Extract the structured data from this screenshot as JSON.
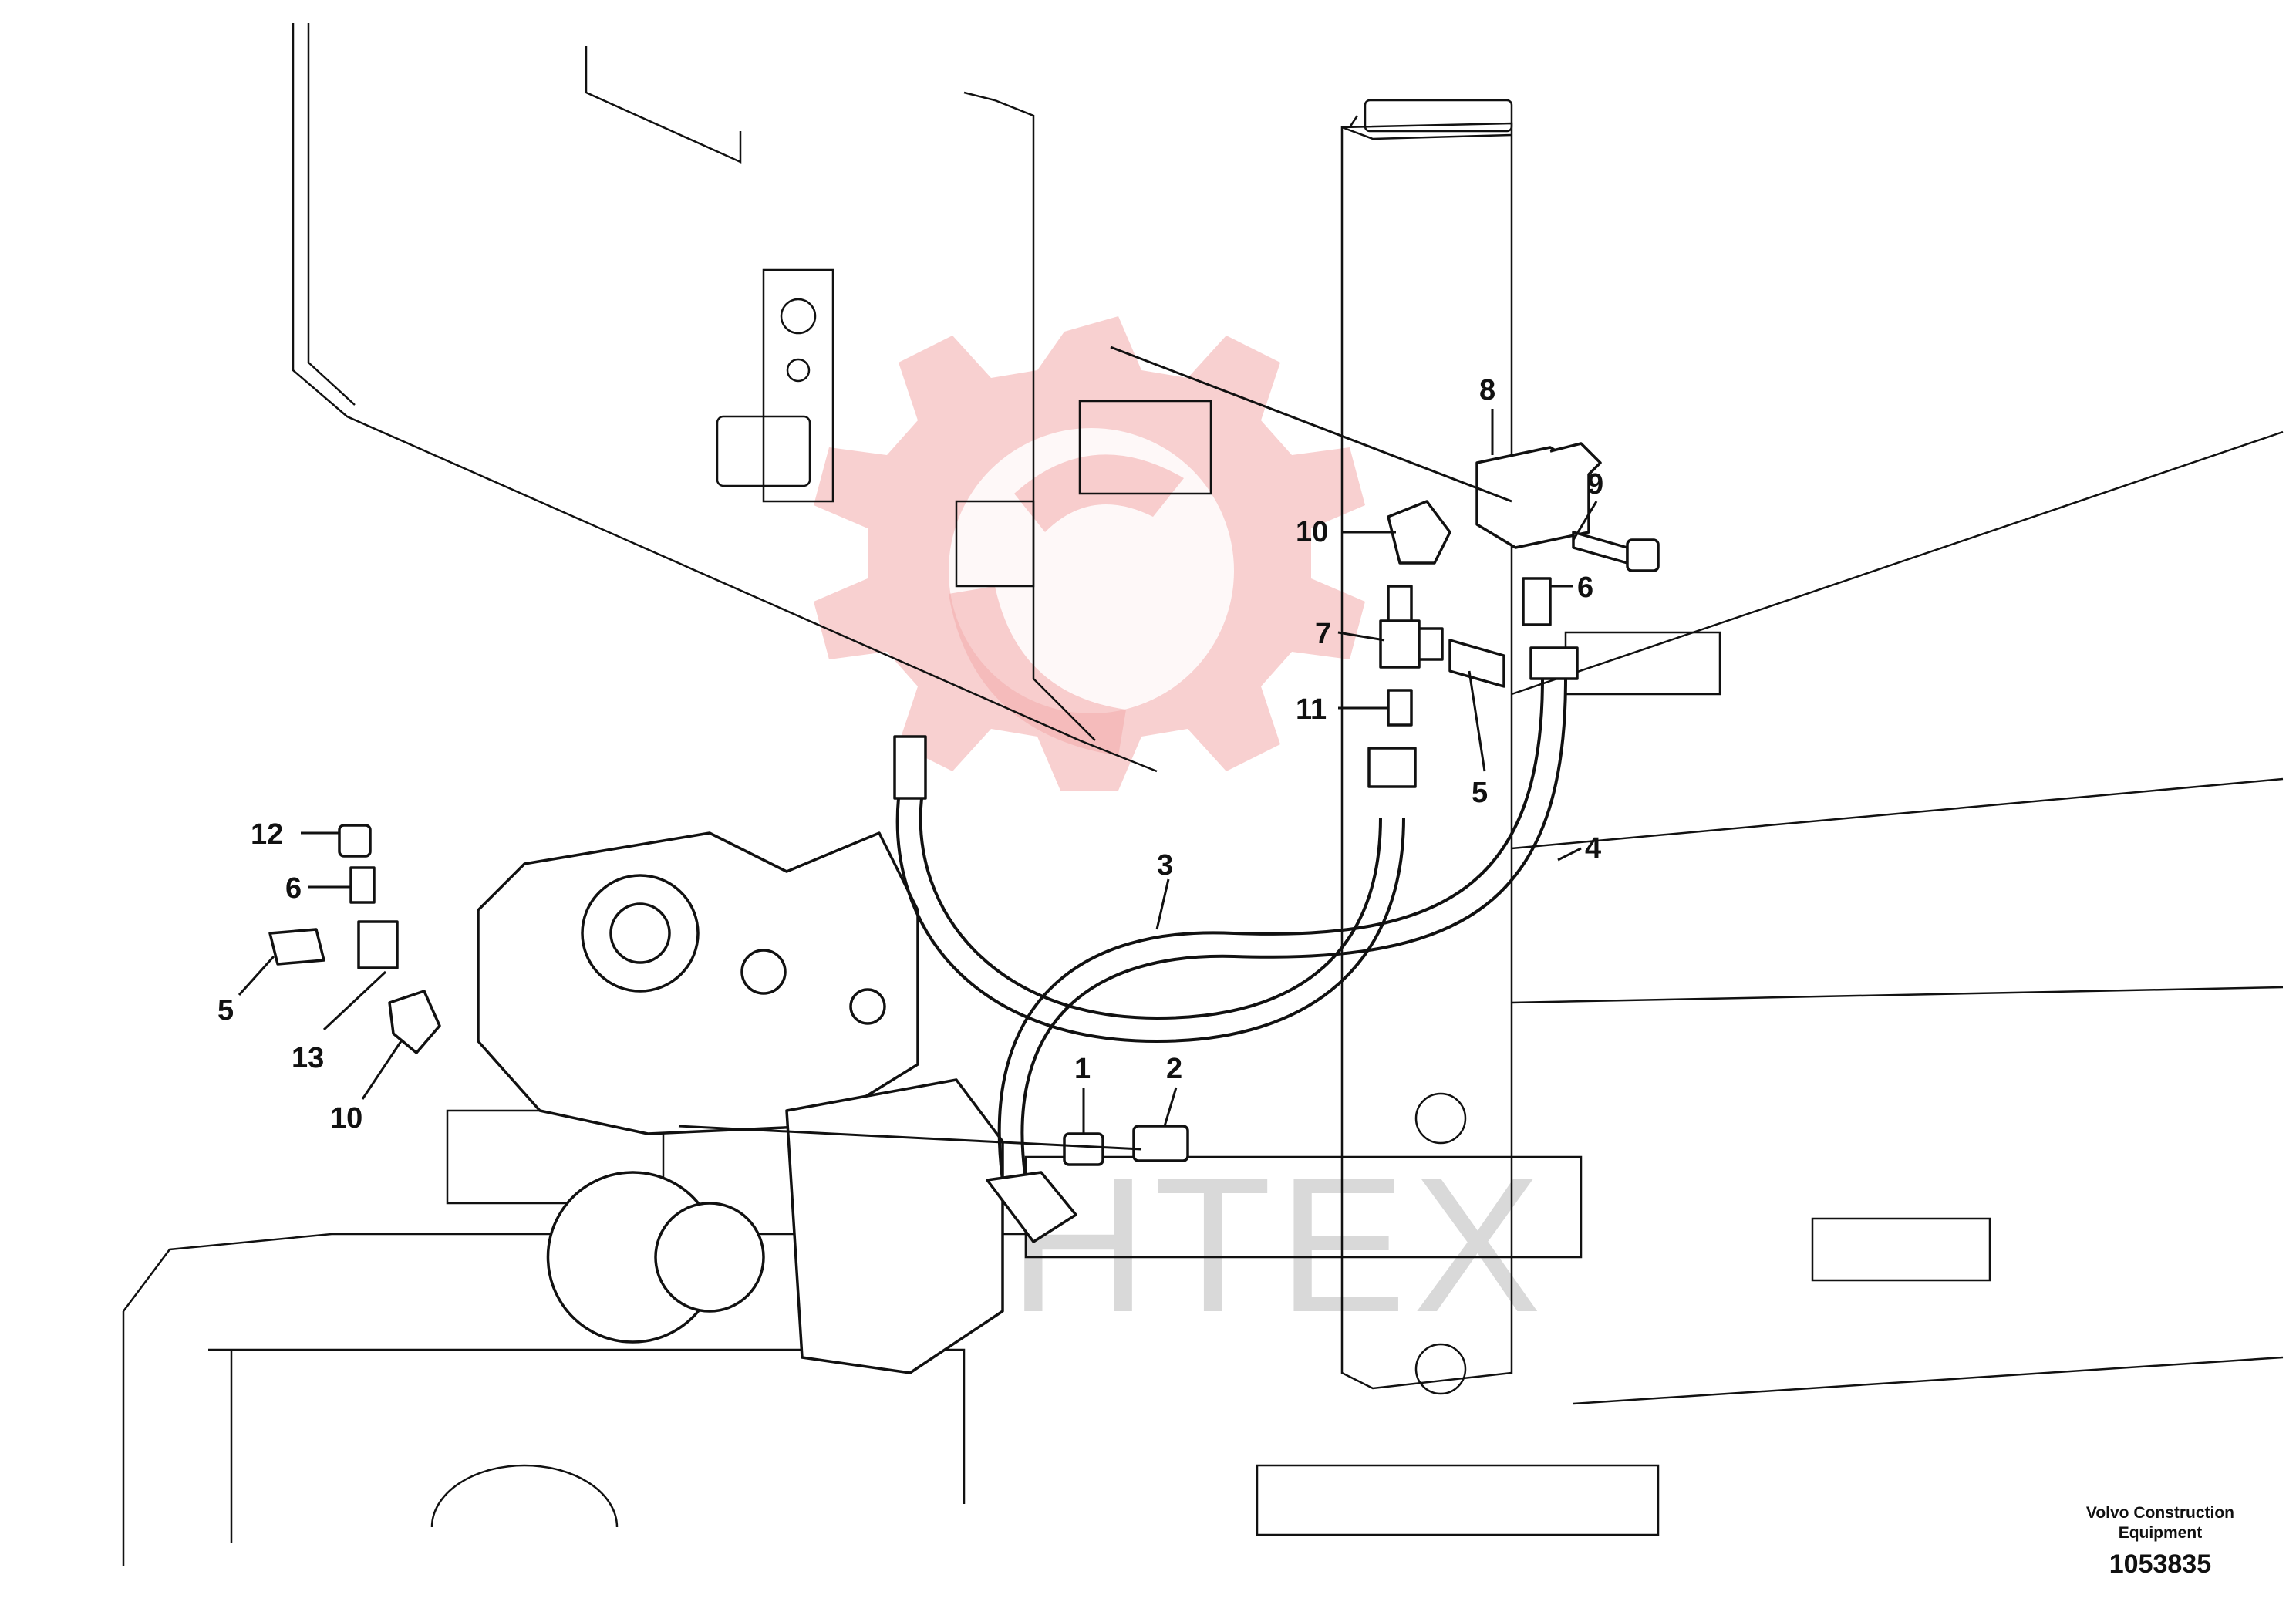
{
  "callouts": [
    {
      "id": "c8",
      "label": "8"
    },
    {
      "id": "c9",
      "label": "9"
    },
    {
      "id": "c10a",
      "label": "10"
    },
    {
      "id": "c6a",
      "label": "6"
    },
    {
      "id": "c7",
      "label": "7"
    },
    {
      "id": "c11",
      "label": "11"
    },
    {
      "id": "c5a",
      "label": "5"
    },
    {
      "id": "c4",
      "label": "4"
    },
    {
      "id": "c3",
      "label": "3"
    },
    {
      "id": "c12",
      "label": "12"
    },
    {
      "id": "c6b",
      "label": "6"
    },
    {
      "id": "c5b",
      "label": "5"
    },
    {
      "id": "c13",
      "label": "13"
    },
    {
      "id": "c10b",
      "label": "10"
    },
    {
      "id": "c1",
      "label": "1"
    },
    {
      "id": "c2",
      "label": "2"
    }
  ],
  "footer": {
    "maker_line1": "Volvo Construction",
    "maker_line2": "Equipment",
    "drawing_number": "1053835"
  },
  "watermark": {
    "text": "ИНТЕХ",
    "color": "#f2a9a9"
  },
  "colors": {
    "ink": "#111111",
    "background": "#ffffff"
  }
}
